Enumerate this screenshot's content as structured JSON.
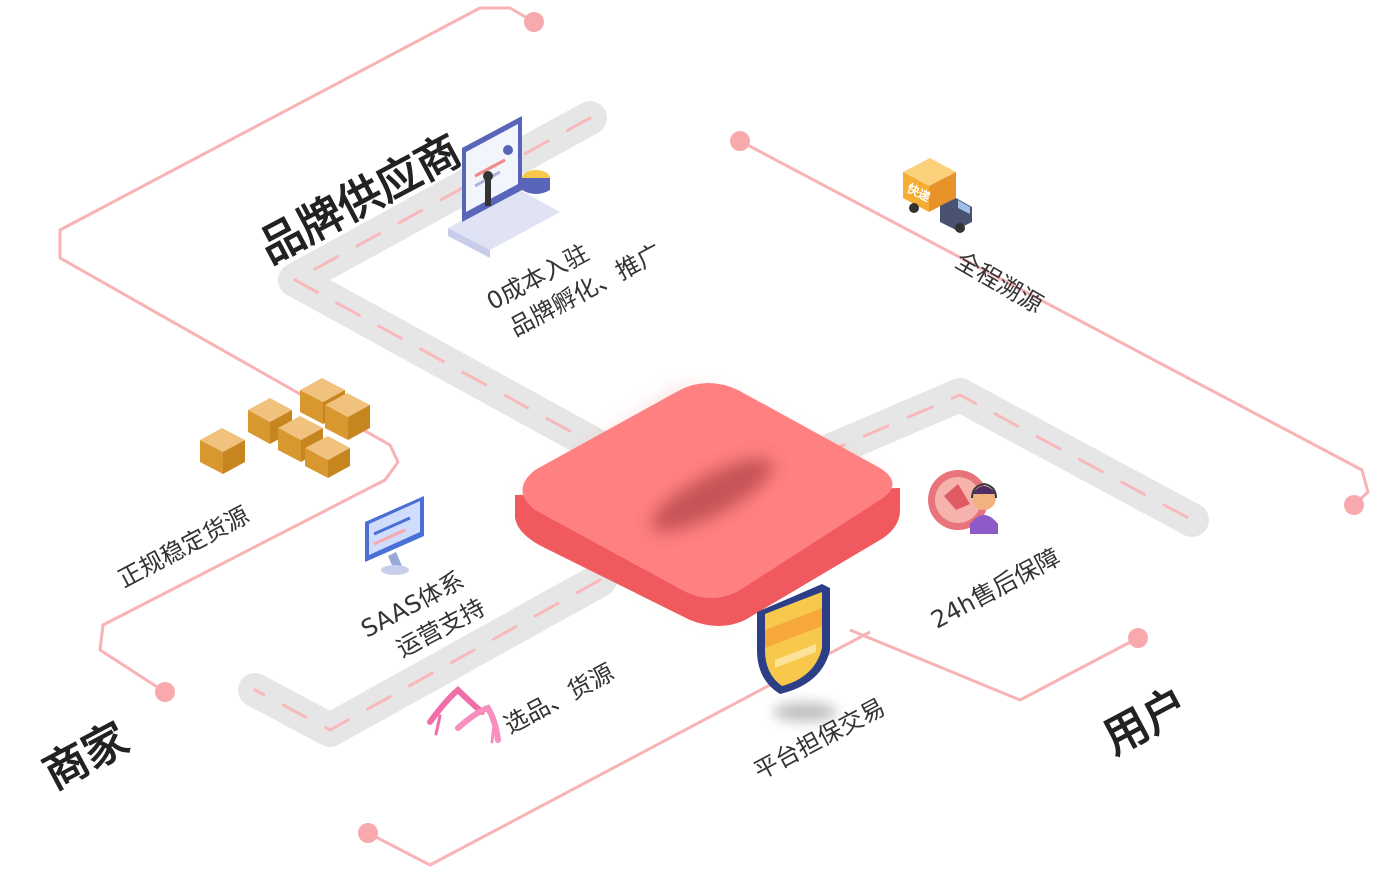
{
  "diagram": {
    "center_platform": {
      "label": ""
    },
    "roles": {
      "brand_supplier": "品牌供应商",
      "merchant": "商家",
      "user": "用户"
    },
    "features": {
      "zero_cost_line1": "0成本入驻",
      "zero_cost_line2": "品牌孵化、推广",
      "traceability": "全程溯源",
      "stable_supply": "正规稳定货源",
      "saas_line1": "SAAS体系",
      "saas_line2": "运营支持",
      "product_selection": "选品、货源",
      "guarantee": "平台担保交易",
      "after_sales": "24h售后保障"
    },
    "truck_sign": "快递",
    "colors": {
      "connector_line": "#f7b3b6",
      "connector_dot": "#f7a9ad",
      "road": "#e6e6e6",
      "road_dash": "#f8b9bc",
      "platform_top": "#ff8080",
      "platform_side": "#f05a5f",
      "platform_glow": "#ff3b45"
    },
    "icons": [
      "presentation-board-icon",
      "delivery-truck-icon",
      "cardboard-boxes-icon",
      "monitor-icon",
      "high-heels-icon",
      "shield-icon",
      "customer-service-icon"
    ]
  }
}
